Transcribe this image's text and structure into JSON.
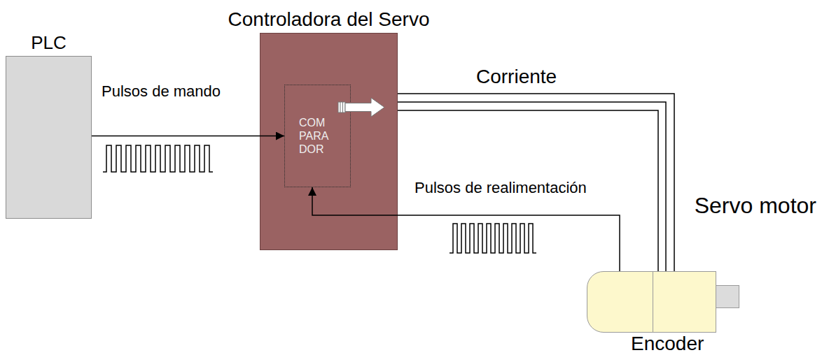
{
  "diagram": {
    "nodes": [
      {
        "text": [
          "PLC"
        ]
      },
      {
        "text": [
          "Controladora del Servo"
        ]
      },
      {
        "text": [
          "COM PARA DOR"
        ],
        "in": 1
      },
      {
        "text": [
          "Servo motor"
        ]
      },
      {
        "text": [
          "Encoder"
        ],
        "in": 3
      }
    ],
    "edges": [
      {
        "from": 0,
        "to": 2,
        "arrow": "to",
        "label": "Pulsos de mando"
      },
      {
        "from": 1,
        "to": 3,
        "arrow": "none",
        "label": "Corriente"
      },
      {
        "from": 4,
        "to": 2,
        "arrow": "to",
        "label": "Pulsos de realimentación"
      }
    ]
  }
}
